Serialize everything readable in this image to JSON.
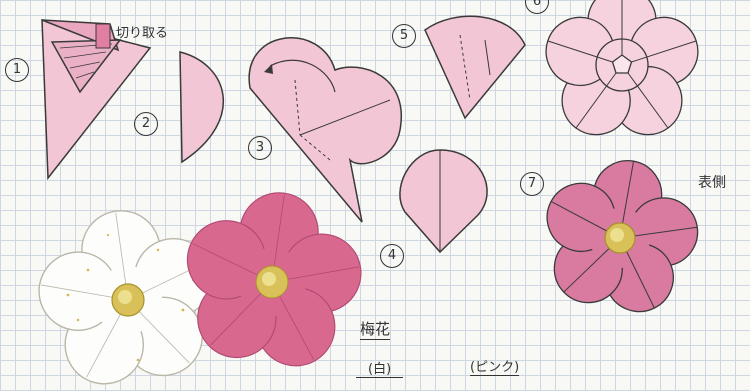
{
  "diagram": {
    "steps": [
      "1",
      "2",
      "3",
      "4",
      "5",
      "6",
      "7"
    ],
    "cut_note": "切り取る",
    "front_note": "表側",
    "title": "梅花",
    "white_label": "(白)",
    "pink_label": "(ピンク)"
  },
  "colors": {
    "pink_paper": "#f2c7d6",
    "deep_pink": "#d26c94",
    "gold": "#d9c15a",
    "pencil": "#3a3a3a"
  }
}
